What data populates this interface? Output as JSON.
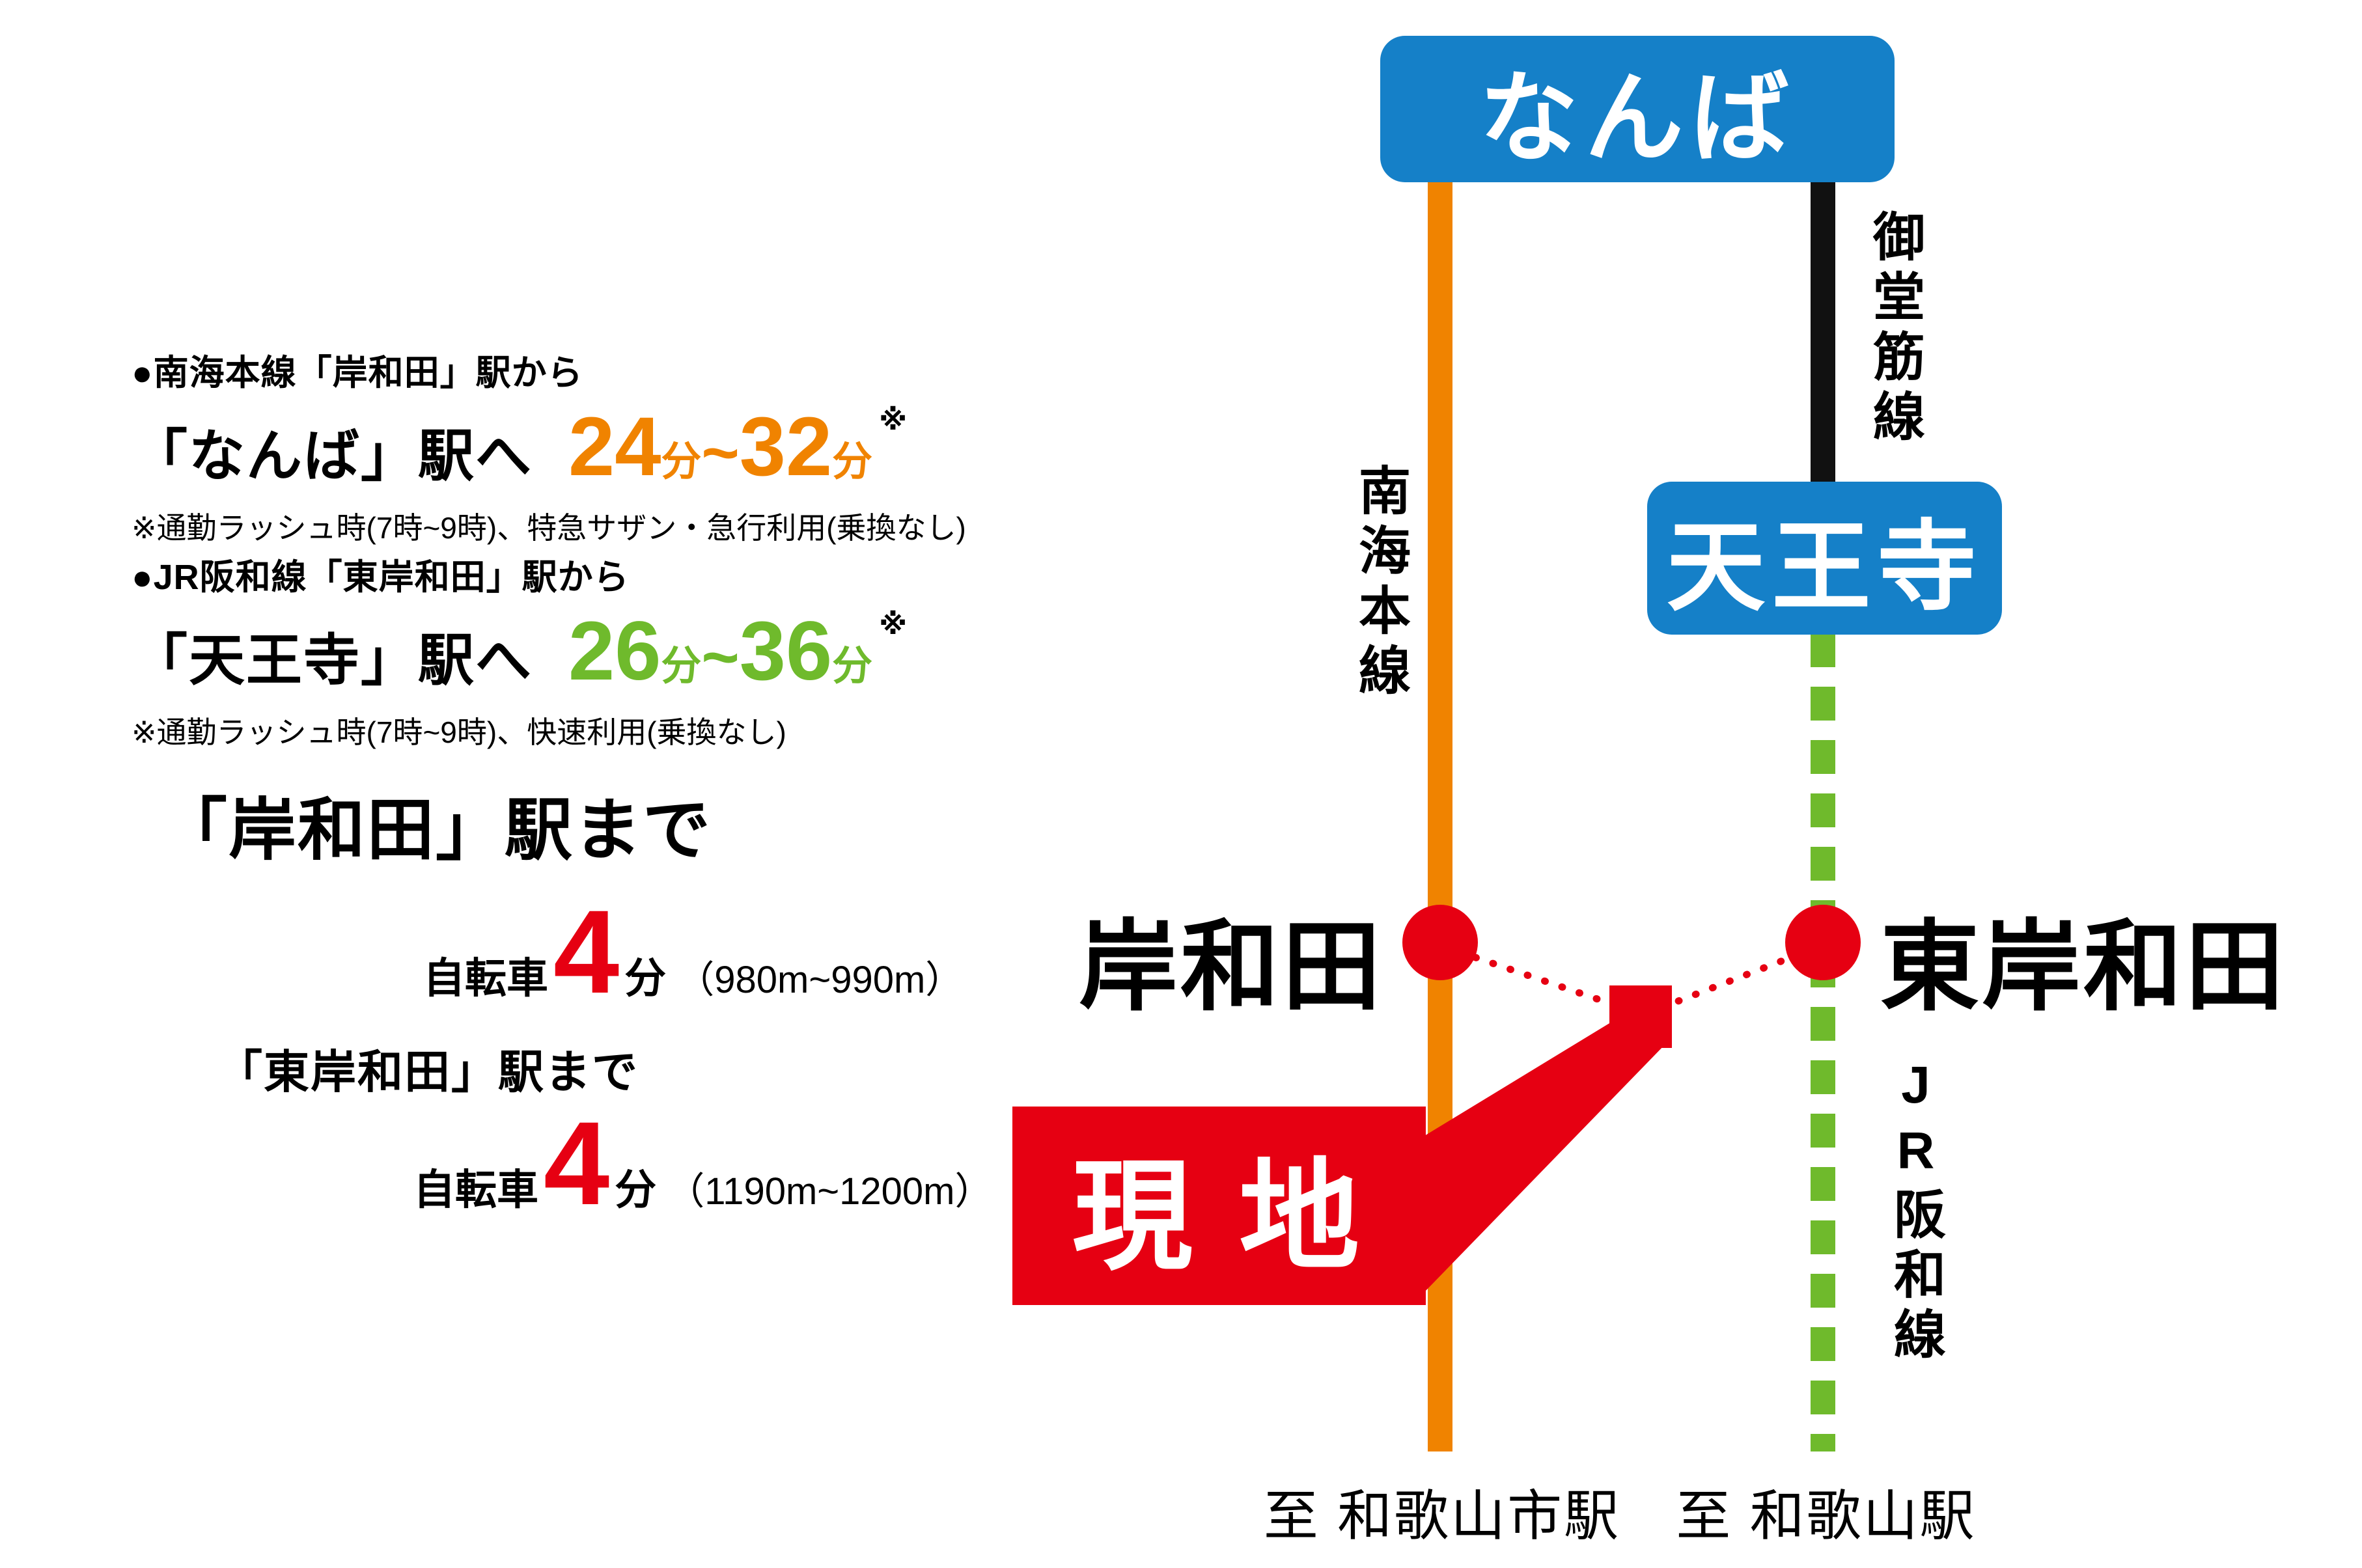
{
  "routes": [
    {
      "from_line": "●南海本線「岸和田」駅から",
      "dest": "「なんば」駅へ",
      "time_min": "24",
      "time_max": "32",
      "minute_unit": "分",
      "tilde": "~",
      "asterisk": "※",
      "note": "※通勤ラッシュ時(7時~9時)、特急サザン・急行利用(乗換なし)",
      "accent_color": "#F08300"
    },
    {
      "from_line": "●JR阪和線「東岸和田」駅から",
      "dest": "「天王寺」駅へ",
      "time_min": "26",
      "time_max": "36",
      "minute_unit": "分",
      "tilde": "~",
      "asterisk": "※",
      "note": "※通勤ラッシュ時(7時~9時)、快速利用(乗換なし)",
      "accent_color": "#6FBA2C"
    }
  ],
  "bike": {
    "dest1": "「岸和田」駅まで",
    "dest2": "「東岸和田」駅まで",
    "mode": "自転車",
    "minutes1": "4",
    "minutes2": "4",
    "minute_unit": "分",
    "dist1": "（980m~990m）",
    "dist2": "（1190m~1200m）"
  },
  "diagram": {
    "namba": "なんば",
    "tennoji": "天王寺",
    "kishiwada": "岸和田",
    "higashi_kishiwada": "東岸和田",
    "nankai_line": "南海本線",
    "midosuji_line": "御堂筋線",
    "jr_hanwa_line": "JR阪和線",
    "site": "現 地",
    "to_wakayamashi": "至 和歌山市駅",
    "to_wakayama": "至 和歌山駅"
  },
  "colors": {
    "nankai_orange": "#F08300",
    "jr_green": "#6FBA2C",
    "midosuji_black": "#111111",
    "station_blue": "#1580C8",
    "accent_red": "#E60012"
  }
}
